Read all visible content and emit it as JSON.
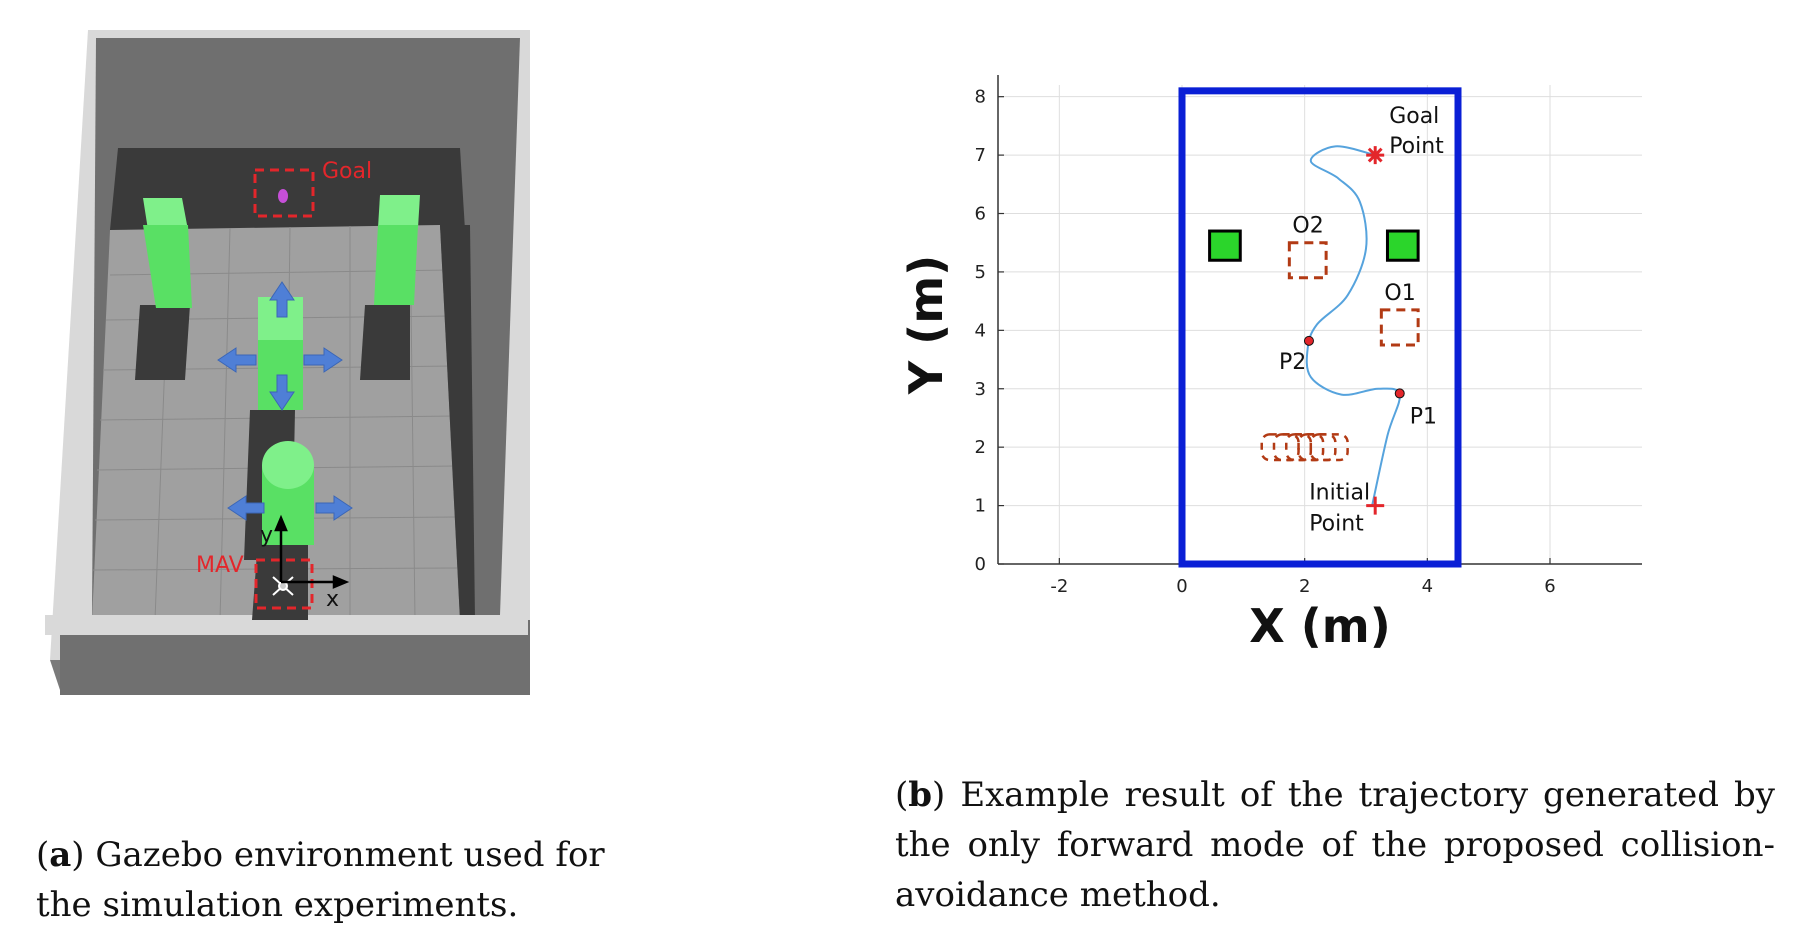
{
  "panel_a": {
    "labels": {
      "goal": "Goal",
      "mav": "MAV",
      "y_axis": "y",
      "x_axis": "x"
    },
    "colors": {
      "wall": "#6e6e6e",
      "floor": "#9e9e9e",
      "obstacle": "#5fe36b",
      "arrow": "#4f7fd6",
      "marker": "#e3262b",
      "goal_dot": "#c64fd8"
    }
  },
  "caption_a": {
    "tag": "a",
    "line1": "Gazebo environment used for",
    "line2": "the simulation experiments."
  },
  "chart_data": {
    "type": "line",
    "title": "",
    "xlabel": "X (m)",
    "ylabel": "Y (m)",
    "xlim": [
      -3,
      7.5
    ],
    "ylim": [
      0,
      8.2
    ],
    "xticks": [
      -2,
      0,
      2,
      4,
      6
    ],
    "yticks": [
      0,
      1,
      2,
      3,
      4,
      5,
      6,
      7,
      8
    ],
    "grid": true,
    "boundary": {
      "x": [
        0,
        4.5
      ],
      "y": [
        0,
        8.1
      ],
      "color": "#0a1fd6"
    },
    "trajectory": {
      "color": "#56a3dd",
      "points": [
        [
          3.1,
          1.0
        ],
        [
          3.35,
          2.2
        ],
        [
          3.55,
          2.9
        ],
        [
          3.2,
          3.0
        ],
        [
          2.6,
          2.9
        ],
        [
          2.1,
          3.2
        ],
        [
          2.05,
          3.7
        ],
        [
          2.2,
          4.1
        ],
        [
          2.7,
          4.6
        ],
        [
          3.0,
          5.4
        ],
        [
          2.9,
          6.2
        ],
        [
          2.55,
          6.6
        ],
        [
          2.1,
          6.9
        ],
        [
          2.5,
          7.15
        ],
        [
          3.15,
          7.0
        ]
      ]
    },
    "waypoints": [
      {
        "name": "P1",
        "x": 3.55,
        "y": 2.92
      },
      {
        "name": "P2",
        "x": 2.07,
        "y": 3.82
      }
    ],
    "initial_point": {
      "line1": "Initial",
      "line2": "Point",
      "x": 3.15,
      "y": 1.0
    },
    "goal_point": {
      "line1": "Goal",
      "line2": "Point",
      "x": 3.15,
      "y": 7.0
    },
    "static_obstacles": [
      {
        "x": 0.7,
        "y": 5.45,
        "color": "#2bd52b"
      },
      {
        "x": 3.6,
        "y": 5.45,
        "color": "#2bd52b"
      }
    ],
    "moving_obstacles": [
      {
        "name": "O2",
        "x": 2.05,
        "y": 5.2
      },
      {
        "name": "O1",
        "x": 3.55,
        "y": 4.05
      }
    ],
    "obstacle_traces": [
      {
        "x": 1.6,
        "y": 2.0
      },
      {
        "x": 1.8,
        "y": 2.0
      },
      {
        "x": 2.0,
        "y": 2.0
      },
      {
        "x": 2.2,
        "y": 2.0
      },
      {
        "x": 2.4,
        "y": 2.0
      }
    ],
    "obstacle_color": "#b23a14"
  },
  "caption_b": {
    "tag": "b",
    "line1": "Example result of the trajectory generated by",
    "line2": "the only forward mode of the proposed collision-",
    "line3": "avoidance method."
  }
}
